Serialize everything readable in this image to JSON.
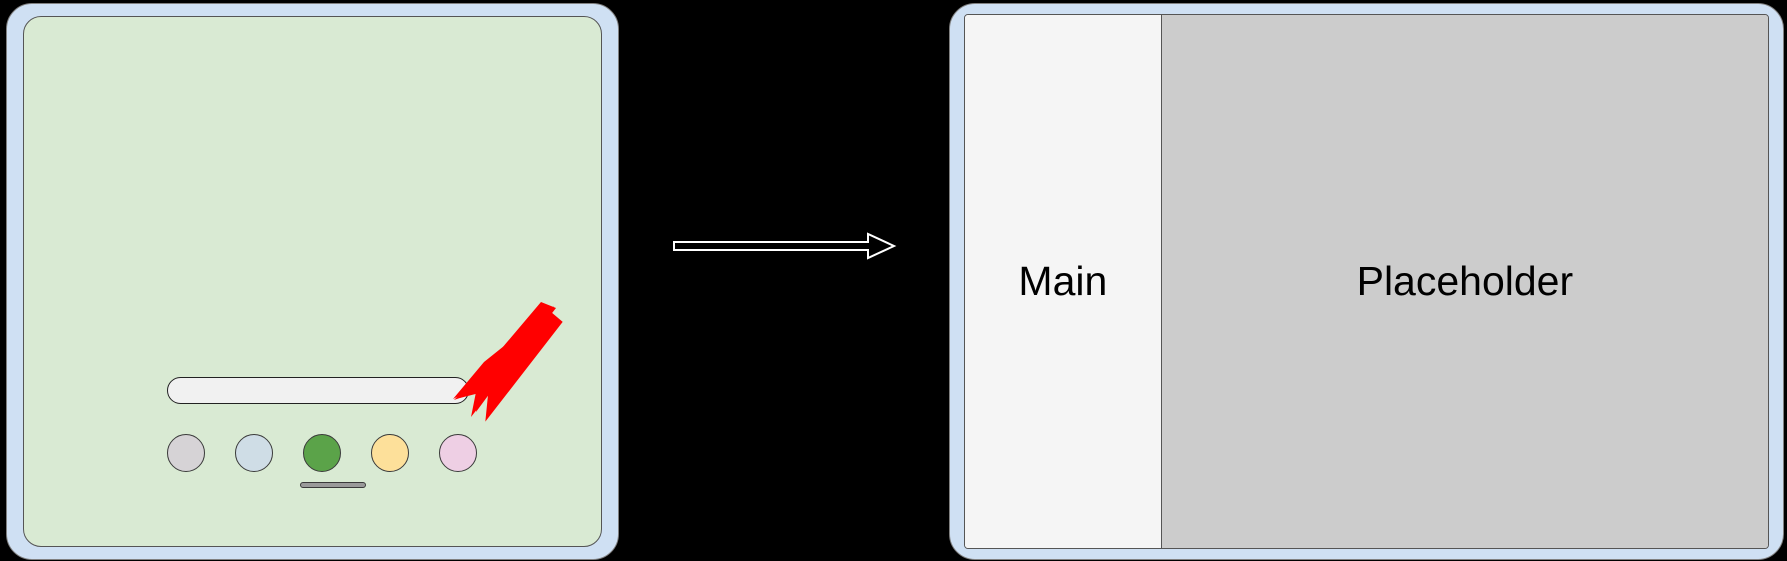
{
  "diagram": {
    "type": "before-after-ui-transition",
    "background_color": "#000000",
    "transition_arrow": {
      "icon": "arrow-right-outline-icon",
      "direction": "right",
      "stroke_color": "#ffffff",
      "fill_color": "#000000"
    }
  },
  "before": {
    "name": "tablet-before",
    "frame_color": "#cfe0f3",
    "screen_color": "#d9ead3",
    "search_bar": {
      "value": "",
      "placeholder": "",
      "fill_color": "#f1f1f1"
    },
    "dock": {
      "items": [
        {
          "name": "dock-app-1",
          "label": "",
          "color": "#d6d3d6"
        },
        {
          "name": "dock-app-2",
          "label": "",
          "color": "#cfdde6"
        },
        {
          "name": "dock-app-3",
          "label": "",
          "color": "#5ba martin"
        },
        {
          "name": "dock-app-4",
          "label": "",
          "color": "#fde09a"
        },
        {
          "name": "dock-app-5",
          "label": "",
          "color": "#eecfe4"
        }
      ]
    },
    "home_indicator": {
      "color": "#9a9a9a"
    },
    "annotation": {
      "icon": "red-arrow-icon",
      "color": "#ff0000",
      "points_at": "dock-app-5"
    }
  },
  "after": {
    "name": "tablet-after",
    "frame_color": "#cfe0f3",
    "panes": [
      {
        "name": "pane-main",
        "label": "Main",
        "background": "#f5f5f5"
      },
      {
        "name": "pane-placeholder",
        "label": "Placeholder",
        "background": "#cccccc"
      }
    ]
  }
}
